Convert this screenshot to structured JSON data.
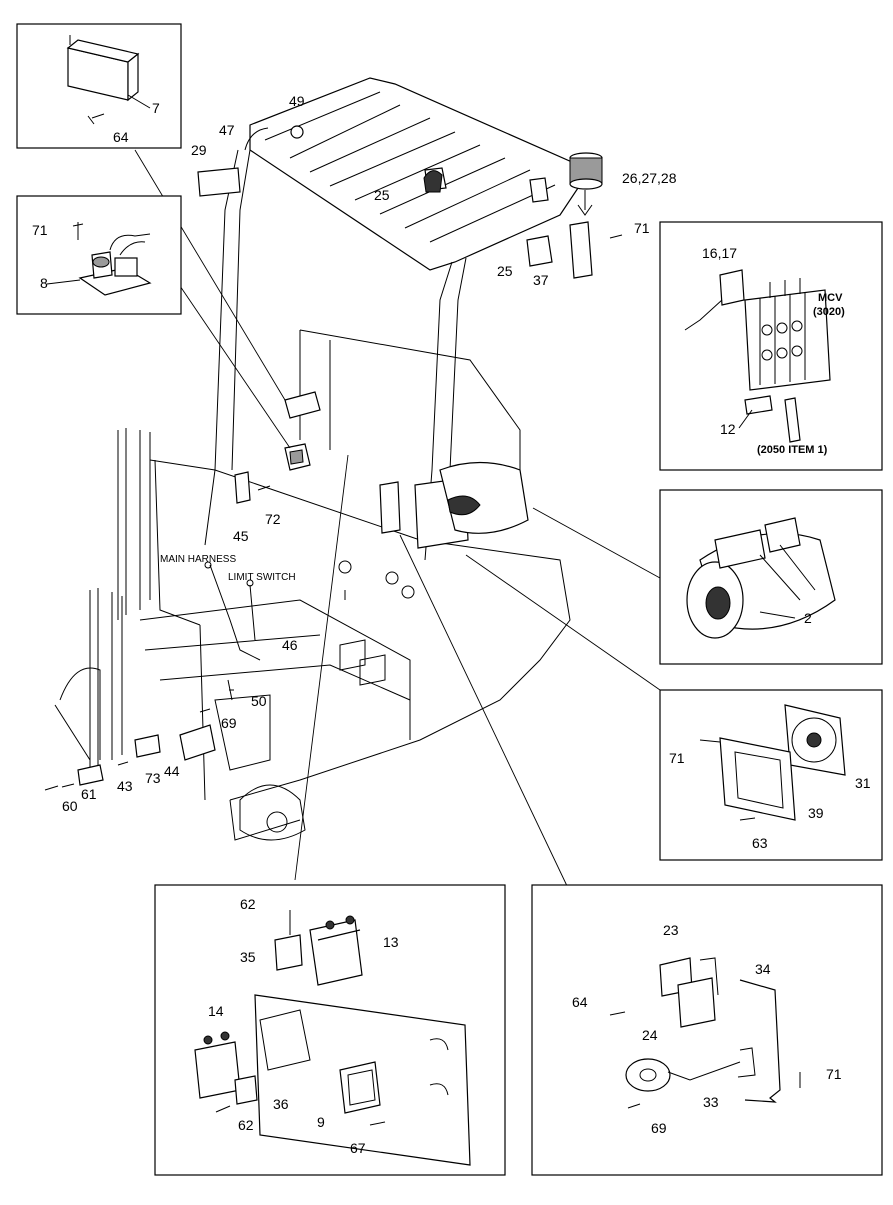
{
  "labels": {
    "l7": "7",
    "l64a": "64",
    "l71a": "71",
    "l8": "8",
    "l49": "49",
    "l47": "47",
    "l29": "29",
    "l25a": "25",
    "l25b": "25",
    "l26": "26,27,28",
    "l71b": "71",
    "l37": "37",
    "l16": "16,17",
    "lmcv1": "MCV",
    "lmcv2": "(3020)",
    "l12": "12",
    "litem": "(2050 ITEM 1)",
    "l2": "2",
    "l71c": "71",
    "l31": "31",
    "l39": "39",
    "l63": "63",
    "l45": "45",
    "l72": "72",
    "lmain": "MAIN HARNESS",
    "llimit": "LIMIT SWITCH",
    "l46": "46",
    "l50": "50",
    "l69a": "69",
    "l44": "44",
    "l73": "73",
    "l43": "43",
    "l61": "61",
    "l60": "60",
    "l62a": "62",
    "l13": "13",
    "l35": "35",
    "l14": "14",
    "l36": "36",
    "l62b": "62",
    "l9": "9",
    "l67": "67",
    "l23": "23",
    "l34": "34",
    "l64b": "64",
    "l24": "24",
    "l71d": "71",
    "l33": "33",
    "l69b": "69"
  }
}
